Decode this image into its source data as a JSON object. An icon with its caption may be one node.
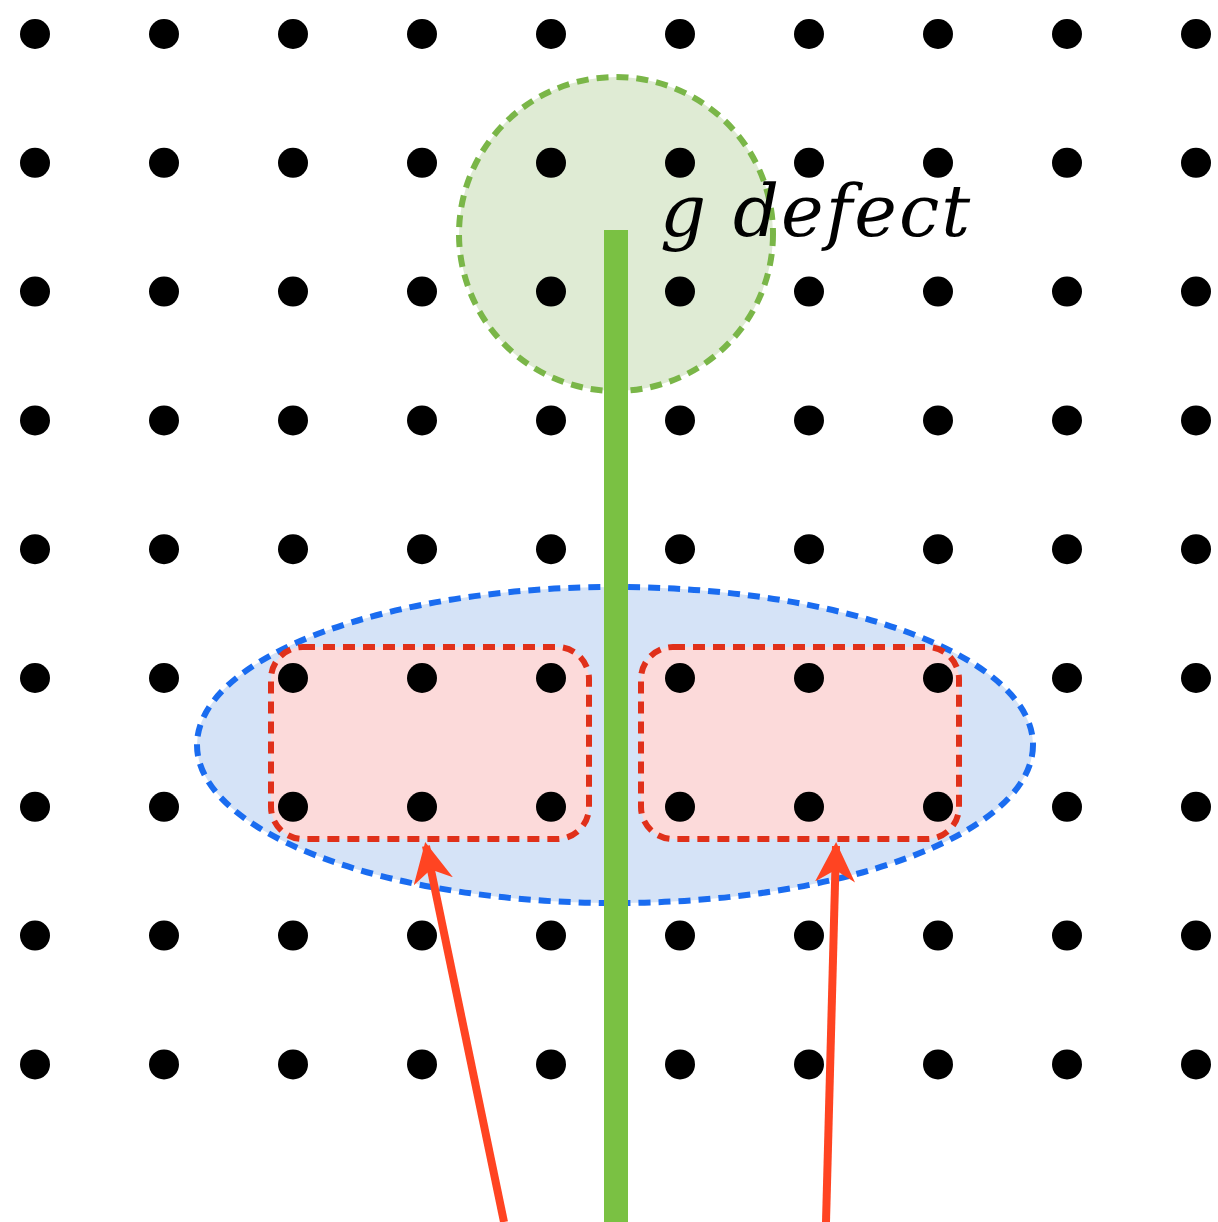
{
  "diagram": {
    "nodes": [
      {
        "text": [],
        "shape": "ellipse"
      },
      {
        "text": [],
        "shape": "box",
        "in": 0
      },
      {
        "text": [],
        "shape": "box",
        "in": 0
      },
      {
        "text": [],
        "shape": "circle",
        "beside": [
          "g defect"
        ]
      }
    ],
    "edges": [
      {
        "from": null,
        "to": 3,
        "arrow": "none",
        "style": "thick",
        "color": "#7ac143"
      },
      {
        "from": null,
        "to": 1,
        "arrow": "to",
        "color": "#ff4422"
      },
      {
        "from": null,
        "to": 2,
        "arrow": "to",
        "color": "#ff4422"
      }
    ]
  }
}
